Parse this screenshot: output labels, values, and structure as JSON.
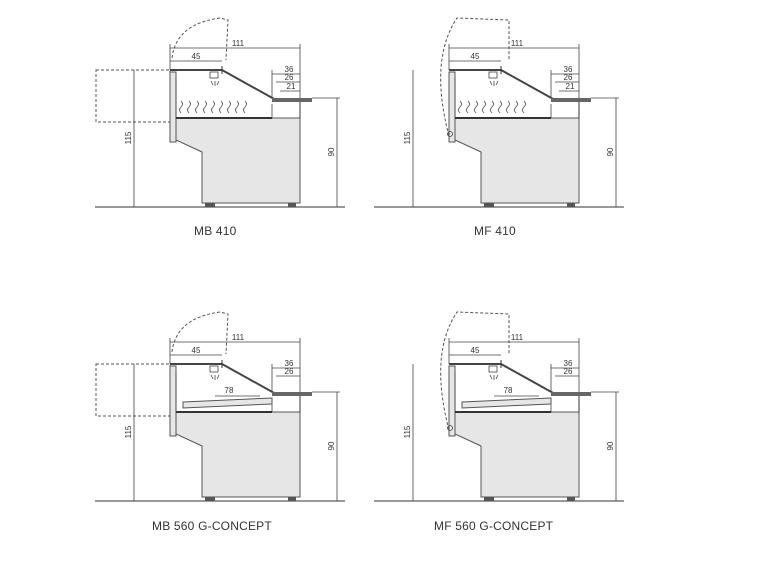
{
  "diagrams": [
    {
      "caption": "MB 410",
      "variant": "MB",
      "shelf": "410",
      "dimensions": {
        "top_width": "111",
        "depth": "45",
        "counter_a": "36",
        "counter_b": "26",
        "counter_c": "21",
        "total_height": "115",
        "counter_height": "90"
      }
    },
    {
      "caption": "MF 410",
      "variant": "MF",
      "shelf": "410",
      "dimensions": {
        "top_width": "111",
        "depth": "45",
        "counter_a": "36",
        "counter_b": "26",
        "counter_c": "21",
        "total_height": "115",
        "counter_height": "90"
      }
    },
    {
      "caption": "MB 560 G-CONCEPT",
      "variant": "MB",
      "shelf": "560",
      "dimensions": {
        "top_width": "111",
        "depth": "45",
        "counter_a": "36",
        "counter_b": "26",
        "tray_width": "78",
        "total_height": "115",
        "counter_height": "90"
      }
    },
    {
      "caption": "MF 560 G-CONCEPT",
      "variant": "MF",
      "shelf": "560",
      "dimensions": {
        "top_width": "111",
        "depth": "45",
        "counter_a": "36",
        "counter_b": "26",
        "tray_width": "78",
        "total_height": "115",
        "counter_height": "90"
      }
    }
  ]
}
